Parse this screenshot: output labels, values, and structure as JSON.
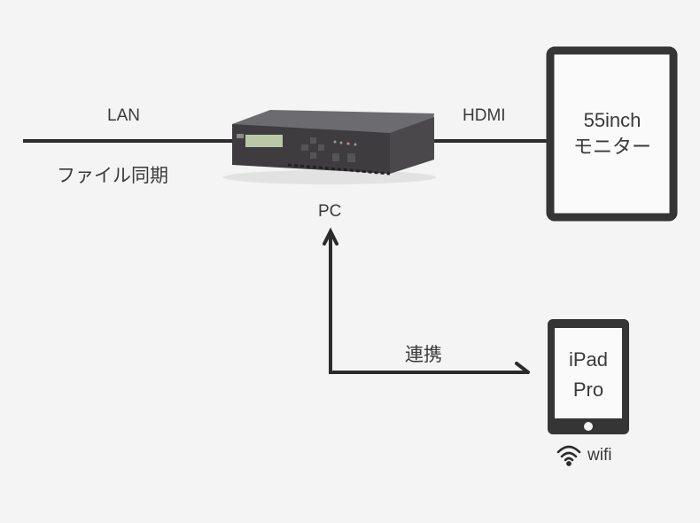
{
  "labels": {
    "lan": "LAN",
    "file_sync": "ファイル同期",
    "hdmi": "HDMI",
    "pc": "PC",
    "link": "連携",
    "wifi": "wifi"
  },
  "monitor": {
    "line1": "55inch",
    "line2": "モニター"
  },
  "ipad": {
    "line1": "iPad",
    "line2": "Pro"
  },
  "colors": {
    "line": "#2b2b2b",
    "device_frame": "#353535",
    "background": "#f4f4f4"
  }
}
